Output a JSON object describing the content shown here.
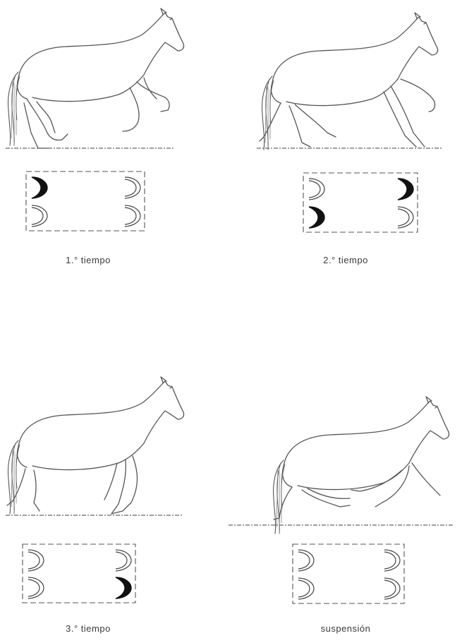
{
  "panels": [
    {
      "caption": "1.° tiempo",
      "hooves": [
        true,
        false,
        false,
        false
      ]
    },
    {
      "caption": "2.° tiempo",
      "hooves": [
        false,
        true,
        true,
        false
      ]
    },
    {
      "caption": "3.° tiempo",
      "hooves": [
        false,
        false,
        false,
        true
      ]
    },
    {
      "caption": "suspensión",
      "hooves": [
        false,
        false,
        false,
        false
      ]
    }
  ],
  "hoof_order": [
    "top-left",
    "top-right",
    "bottom-left",
    "bottom-right"
  ],
  "colors": {
    "line": "#444444",
    "support": "#111111",
    "caption": "#3a3a3a"
  }
}
